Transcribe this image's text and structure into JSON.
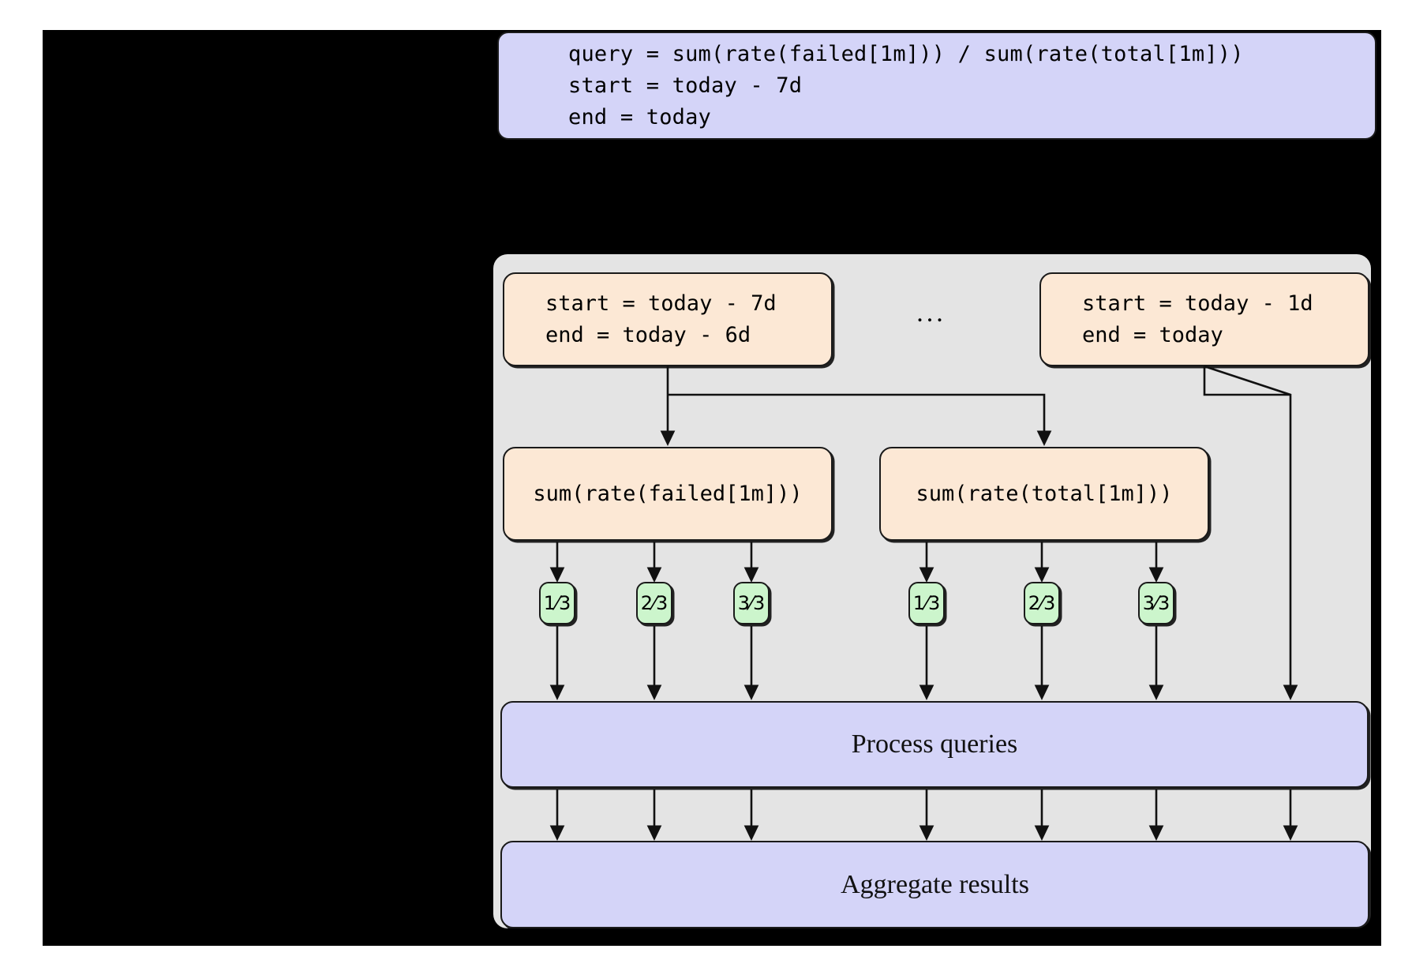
{
  "diagram": {
    "title_colors": {
      "black_backdrop": "#000000",
      "gray_panel": "#e4e4e4",
      "purple_box": "#d4d4f8",
      "orange_box": "#fce8d5",
      "green_chip": "#ccf5cc",
      "stroke": "#1a1a1a"
    },
    "query_box": {
      "line1": "query = sum(rate(failed[1m])) / sum(rate(total[1m]))",
      "line2": "start = today - 7d",
      "line3": "end = today"
    },
    "ranges": {
      "first": {
        "line1": "start = today - 7d",
        "line2": "end = today - 6d"
      },
      "ellipsis": "...",
      "last": {
        "line1": "start = today - 1d",
        "line2": "end = today"
      }
    },
    "subqueries": [
      {
        "label": "sum(rate(failed[1m]))"
      },
      {
        "label": "sum(rate(total[1m]))"
      }
    ],
    "chunks": {
      "failed": [
        "1⁄3",
        "2⁄3",
        "3⁄3"
      ],
      "total": [
        "1⁄3",
        "2⁄3",
        "3⁄3"
      ]
    },
    "stages": {
      "process": "Process queries",
      "aggregate": "Aggregate results"
    }
  }
}
